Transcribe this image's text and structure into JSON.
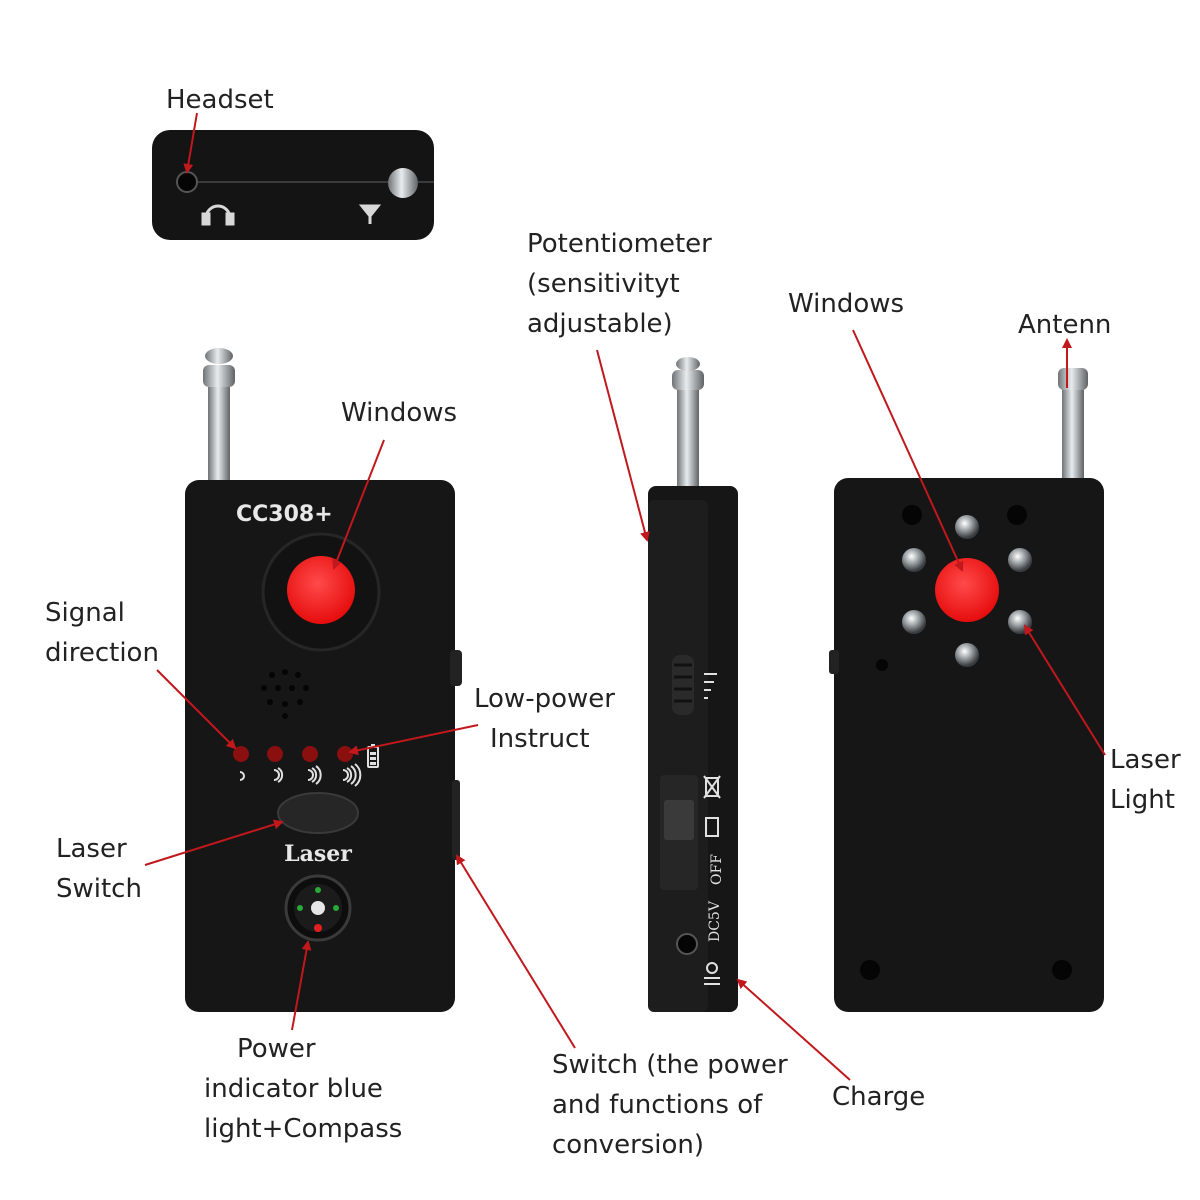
{
  "device": {
    "model_label": "CC308+",
    "button_label": "Laser",
    "switch_off_label": "OFF",
    "charge_label": "DC5V"
  },
  "callouts": {
    "headset": "Headset",
    "potentiometer": [
      "Potentiometer",
      "(sensitivityt",
      "adjustable)"
    ],
    "windows_front": "Windows",
    "windows_back": "Windows",
    "antenn": "Antenn",
    "signal_direction": [
      "Signal",
      "direction"
    ],
    "low_power": [
      "Low-power",
      "Instruct"
    ],
    "laser_switch": [
      "Laser",
      "Switch"
    ],
    "laser_light": [
      "Laser",
      "Light"
    ],
    "power_indicator": [
      "Power",
      "indicator blue",
      "light+Compass"
    ],
    "switch_conversion": [
      "Switch (the power",
      "and functions of",
      "conversion)"
    ],
    "charge": "Charge"
  },
  "colors": {
    "arrow": "#c0181c",
    "body": "#161616",
    "lens": "#ff1a1a",
    "led": "#8a0f0f",
    "chrome": "#b8bcbf"
  }
}
